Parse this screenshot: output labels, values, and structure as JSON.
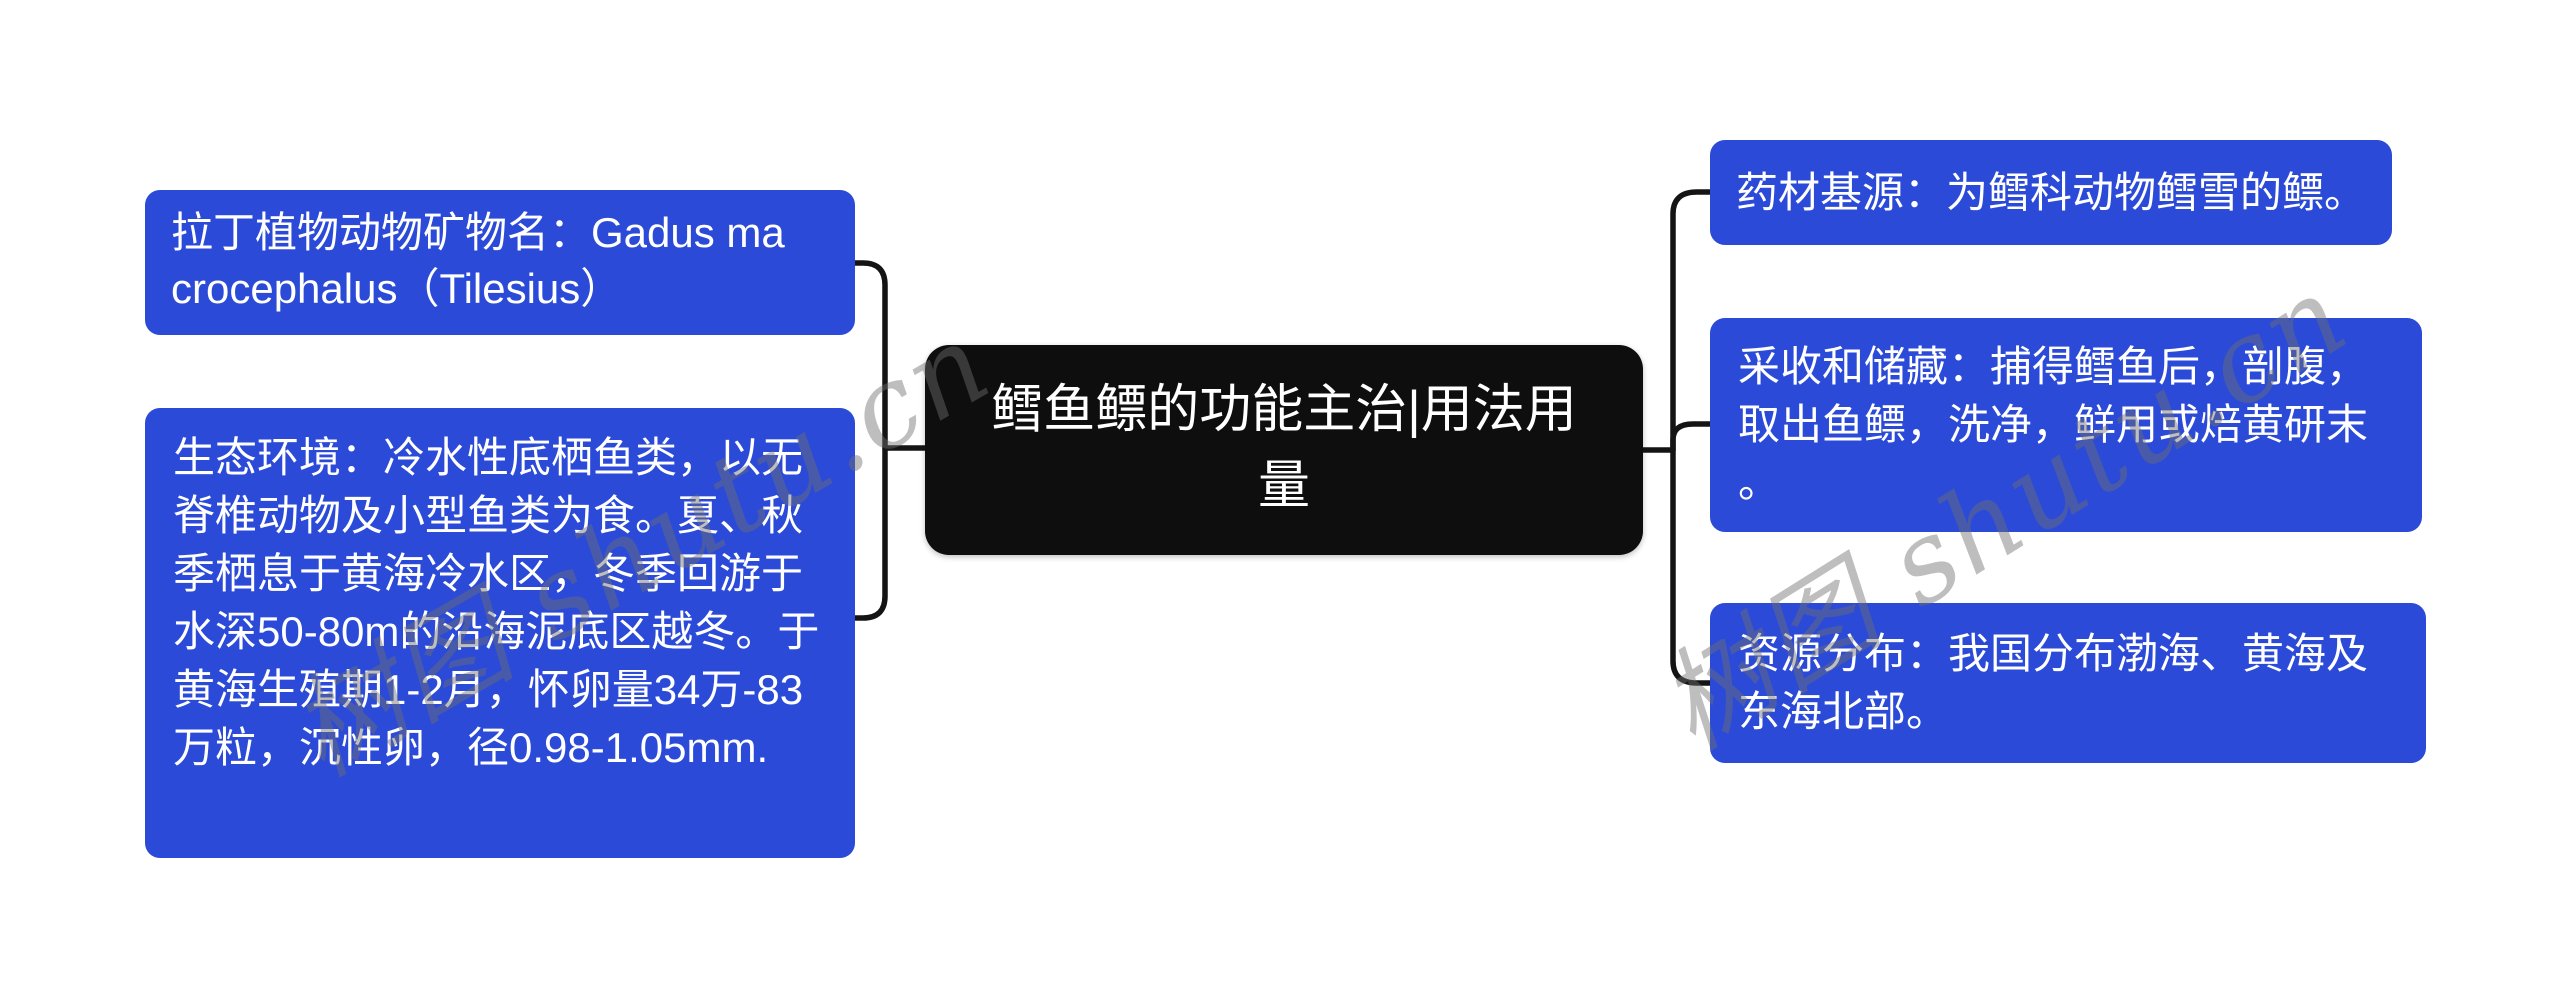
{
  "root": {
    "title": "鳕鱼鳔的功能主治|用法用量"
  },
  "left_nodes": [
    {
      "id": "latin-name",
      "text": "拉丁植物动物矿物名：Gadus macrocephalus（Tilesius）"
    },
    {
      "id": "ecology",
      "text": "生态环境：冷水性底栖鱼类，以无脊椎动物及小型鱼类为食。夏、秋季栖息于黄海冷水区，冬季回游于水深50-80m的沿海泥底区越冬。于黄海生殖期1-2月，怀卵量34万-83万粒，沉性卵，径0.98-1.05mm."
    }
  ],
  "right_nodes": [
    {
      "id": "medicinal-source",
      "text": "药材基源：为鳕科动物鳕雪的鳔。"
    },
    {
      "id": "harvest-storage",
      "text": "采收和储藏：捕得鳕鱼后，剖腹，取出鱼鳔，洗净，鲜用或焙黄研末。"
    },
    {
      "id": "resource-distribution",
      "text": "资源分布：我国分布渤海、黄海及东海北部。"
    }
  ],
  "watermark": {
    "text": "树图 shutu.cn"
  },
  "colors": {
    "node_blue": "#2b4ad8",
    "root_bg": "#0e0e0e",
    "node_text": "#ffffff",
    "connector": "#141414",
    "watermark": "rgba(110,110,110,0.45)"
  }
}
